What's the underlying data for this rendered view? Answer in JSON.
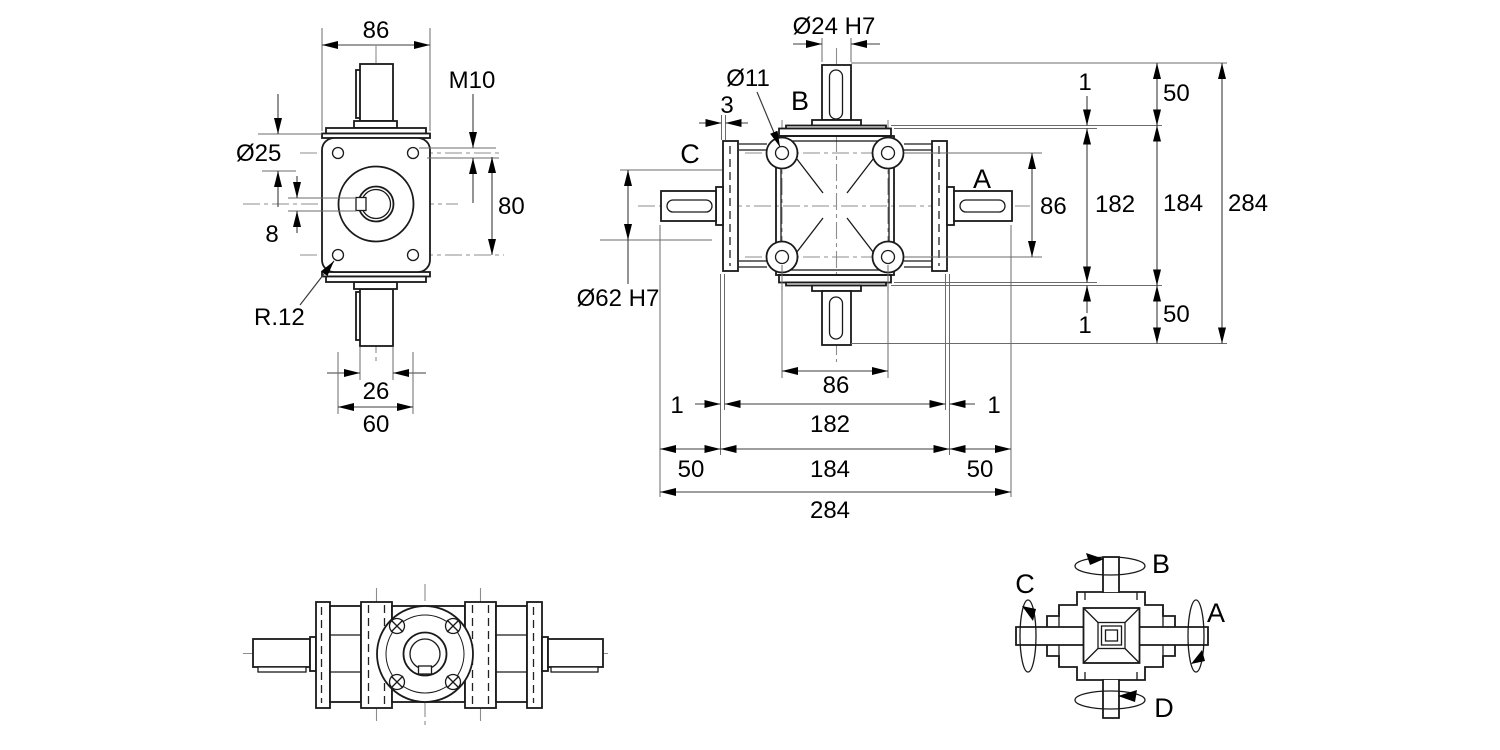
{
  "side_view": {
    "dim_width_top": "86",
    "thread_label": "M10",
    "bore_label": "Ø25",
    "dim_height": "80",
    "dim_keyway": "8",
    "radius_label": "R.12",
    "dim_shaft": "26",
    "dim_flange": "60"
  },
  "front_view": {
    "label_b": "B",
    "label_c": "C",
    "label_a": "A",
    "dim_shaft_dia": "Ø24 H7",
    "dim_hole_dia": "Ø11",
    "dim_flange_offset": "3",
    "dim_bore_dia": "Ø62 H7",
    "dim_hole_spacing_v": "86",
    "dim_hole_spacing_h": "86",
    "right_stack": {
      "gap_top": "1",
      "len_top": "50",
      "body": "182",
      "flange": "184",
      "overall": "284",
      "gap_bottom": "1",
      "len_bottom": "50"
    },
    "bottom_stack": {
      "gap_left": "1",
      "body": "182",
      "gap_right": "1",
      "len_left": "50",
      "flange": "184",
      "len_right": "50",
      "overall": "284"
    }
  },
  "schematic": {
    "label_b": "B",
    "label_c": "C",
    "label_a": "A",
    "label_d": "D"
  }
}
